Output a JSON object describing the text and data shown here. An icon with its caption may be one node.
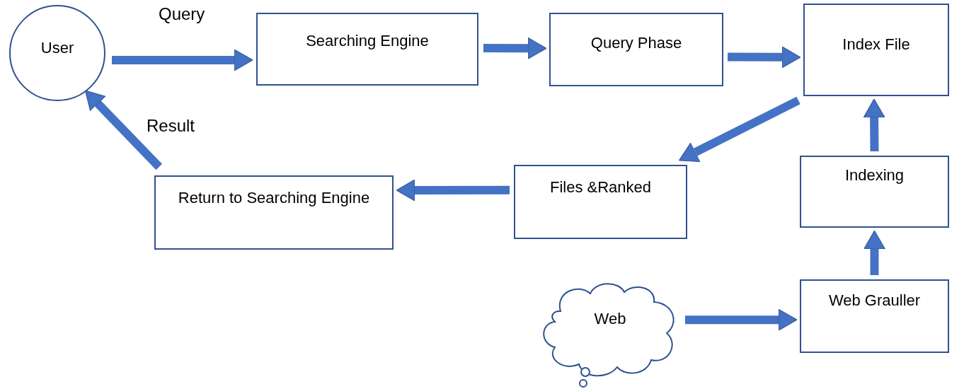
{
  "diagram": {
    "nodes": [
      {
        "text": [
          "User"
        ]
      },
      {
        "text": [
          "Searching Engine"
        ]
      },
      {
        "text": [
          "Query Phase"
        ]
      },
      {
        "text": [
          "Index File"
        ]
      },
      {
        "text": [
          "Files &Ranked"
        ]
      },
      {
        "text": [
          "Return to Searching Engine"
        ]
      },
      {
        "text": [
          "Indexing"
        ]
      },
      {
        "text": [
          "Web Grauller"
        ]
      },
      {
        "text": [
          "Web"
        ]
      }
    ],
    "edges": [
      {
        "from": 0,
        "to": 1,
        "arrow": "to",
        "label": "Query"
      },
      {
        "from": 1,
        "to": 2,
        "arrow": "to"
      },
      {
        "from": 2,
        "to": 3,
        "arrow": "to"
      },
      {
        "from": 3,
        "to": 4,
        "arrow": "to"
      },
      {
        "from": 4,
        "to": 5,
        "arrow": "to"
      },
      {
        "from": 5,
        "to": 0,
        "arrow": "to",
        "label": "Result"
      },
      {
        "from": 8,
        "to": 7,
        "arrow": "to"
      },
      {
        "from": 7,
        "to": 6,
        "arrow": "to"
      },
      {
        "from": 6,
        "to": 3,
        "arrow": "to"
      }
    ]
  }
}
